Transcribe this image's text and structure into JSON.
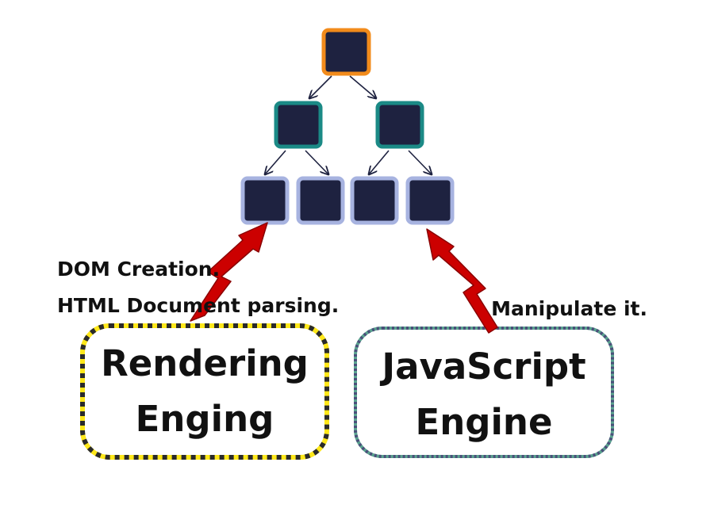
{
  "nodes": {
    "root": {
      "border_color": "#f28b1b",
      "fill_color": "#1e2240"
    },
    "level2": {
      "border_color": "#1b8a86",
      "fill_color": "#1e2240"
    },
    "level3": {
      "border_color": "#a7b3e0",
      "fill_color": "#1e2240"
    }
  },
  "arrows": {
    "tree_color": "#1e2240",
    "lightning_color": "#cc0000",
    "lightning_outline": "#8a0000"
  },
  "labels": {
    "dom_creation": "DOM Creation.",
    "html_parsing": "HTML Document parsing.",
    "manipulate": "Manipulate it."
  },
  "engines": {
    "rendering": {
      "label": "Rendering Enging",
      "border_colors": [
        "#ffe81a",
        "#2a2a2a"
      ]
    },
    "javascript": {
      "label": "JavaScript Engine",
      "border_colors": [
        "#4a4f7a",
        "#5aa38f"
      ]
    }
  }
}
